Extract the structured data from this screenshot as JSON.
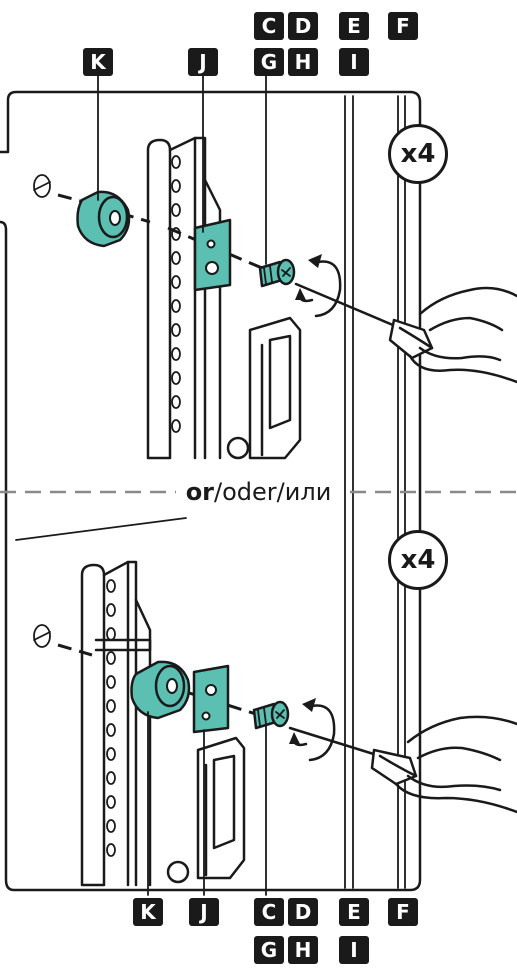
{
  "labels": {
    "spacer": "K",
    "plate": "J",
    "screws_top": [
      "C",
      "D",
      "E",
      "F"
    ],
    "screws_bottom": [
      "G",
      "H",
      "I"
    ]
  },
  "quantity": "x4",
  "separator": {
    "or_en": "or",
    "or_de": "oder",
    "or_ru": "или",
    "slash": "/"
  },
  "colors": {
    "part_accent": "#5bbfb2",
    "line": "#1a1a1a",
    "badge_bg": "#1a1a1a",
    "badge_text": "#ffffff"
  }
}
